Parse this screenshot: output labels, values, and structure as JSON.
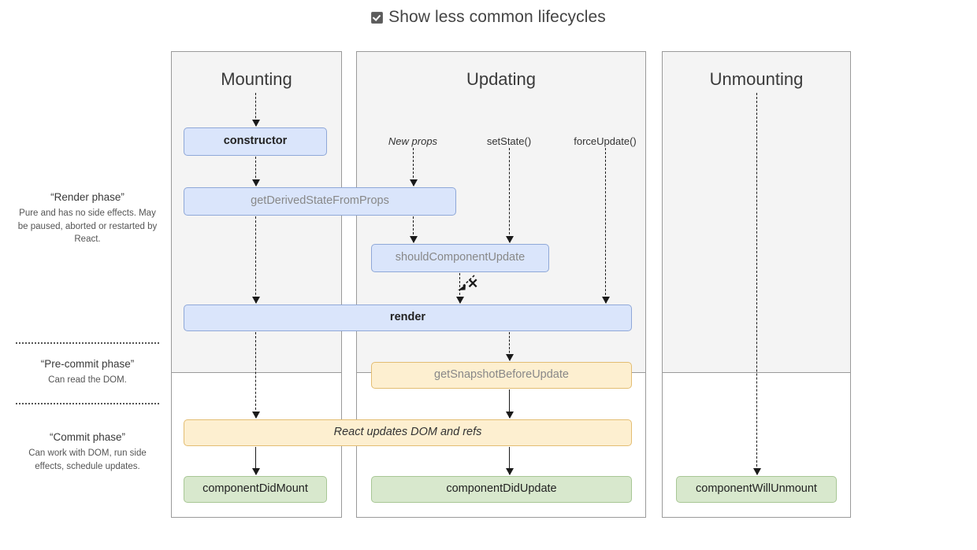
{
  "toggle": {
    "label": "Show less common lifecycles",
    "checked": true,
    "icon": "checkbox-checked-icon"
  },
  "phases": [
    {
      "id": "render",
      "title": "“Render phase”",
      "description": "Pure and has no side effects. May be paused, aborted or restarted by React."
    },
    {
      "id": "pre-commit",
      "title": "“Pre-commit phase”",
      "description": "Can read the DOM."
    },
    {
      "id": "commit",
      "title": "“Commit phase”",
      "description": "Can work with DOM, run side effects, schedule updates."
    }
  ],
  "columns": [
    {
      "id": "mounting",
      "title": "Mounting"
    },
    {
      "id": "updating",
      "title": "Updating"
    },
    {
      "id": "unmounting",
      "title": "Unmounting"
    }
  ],
  "triggers": [
    {
      "id": "new-props",
      "label": "New props",
      "style": "italic"
    },
    {
      "id": "set-state",
      "label": "setState()",
      "style": "normal"
    },
    {
      "id": "force-update",
      "label": "forceUpdate()",
      "style": "normal"
    }
  ],
  "nodes": [
    {
      "id": "constructor",
      "label": "constructor",
      "color": "blue",
      "emphasis": "bold",
      "column": "mounting"
    },
    {
      "id": "get-derived-state-from-props",
      "label": "getDerivedStateFromProps",
      "color": "blue",
      "emphasis": "muted",
      "column": "mounting+updating"
    },
    {
      "id": "should-component-update",
      "label": "shouldComponentUpdate",
      "color": "blue",
      "emphasis": "muted",
      "column": "updating"
    },
    {
      "id": "render",
      "label": "render",
      "color": "blue",
      "emphasis": "bold",
      "column": "mounting+updating"
    },
    {
      "id": "get-snapshot-before-update",
      "label": "getSnapshotBeforeUpdate",
      "color": "yellow",
      "emphasis": "muted",
      "column": "updating"
    },
    {
      "id": "react-updates-dom-and-refs",
      "label": "React updates DOM and refs",
      "color": "yellow",
      "emphasis": "italic",
      "column": "mounting+updating"
    },
    {
      "id": "component-did-mount",
      "label": "componentDidMount",
      "color": "green",
      "emphasis": "dark",
      "column": "mounting"
    },
    {
      "id": "component-did-update",
      "label": "componentDidUpdate",
      "color": "green",
      "emphasis": "dark",
      "column": "updating"
    },
    {
      "id": "component-will-unmount",
      "label": "componentWillUnmount",
      "color": "green",
      "emphasis": "dark",
      "column": "unmounting"
    }
  ],
  "annotations": {
    "false_branch_symbol": "✕"
  },
  "colors": {
    "blue_fill": "#dae5fb",
    "blue_border": "#8fa8d8",
    "yellow_fill": "#fdefd0",
    "yellow_border": "#e3bd72",
    "green_fill": "#d8e8cd",
    "green_border": "#a8c795",
    "phase_shade": "#f4f4f4",
    "column_border": "#9a9a9a"
  }
}
